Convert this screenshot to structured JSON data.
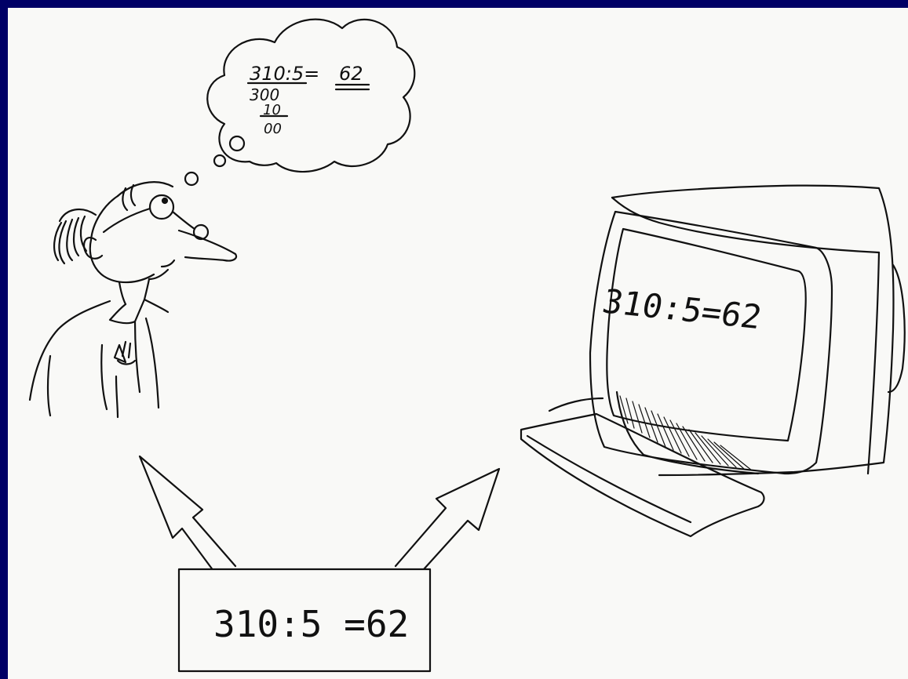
{
  "thought": {
    "equation": "310:5=",
    "result": "62",
    "step1": "300",
    "step2": "10",
    "step3": "00"
  },
  "monitor": {
    "display": "310:5=62"
  },
  "input_box": {
    "equation": "310:5 =62"
  },
  "colors": {
    "frame": "#000066",
    "paper": "#f9f9f7",
    "ink": "#111111"
  }
}
